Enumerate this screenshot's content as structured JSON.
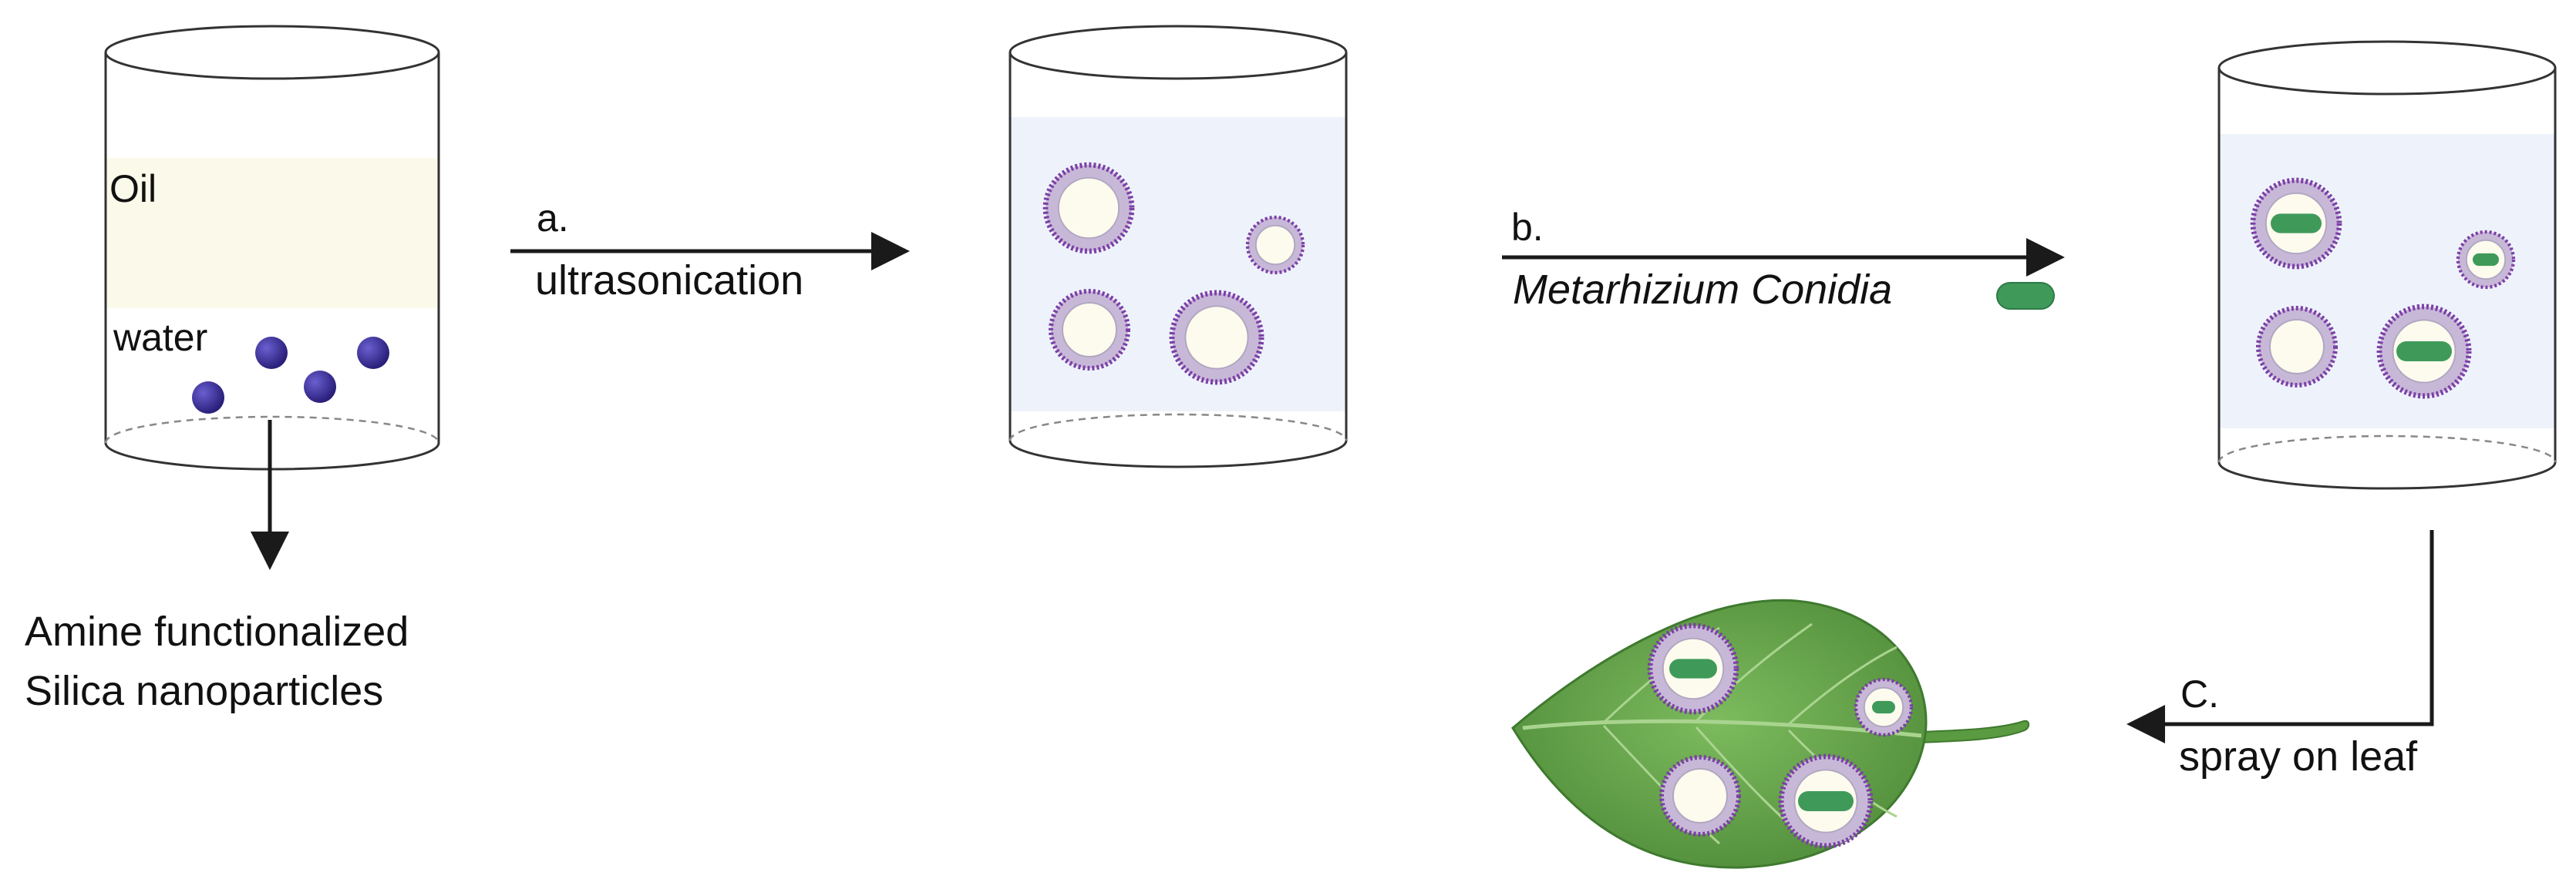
{
  "beakers": [
    {
      "name": "beaker-1",
      "labels": {
        "oil": "Oil",
        "water": "water"
      }
    },
    {
      "name": "beaker-2"
    },
    {
      "name": "beaker-3"
    }
  ],
  "steps": {
    "a": {
      "letter": "a.",
      "text": "ultrasonication"
    },
    "b": {
      "letter": "b.",
      "text": "Metarhizium Conidia"
    },
    "c": {
      "letter": "C.",
      "text": "spray on leaf"
    }
  },
  "nanoparticle_label": {
    "line1": "Amine functionalized",
    "line2": "Silica nanoparticles"
  },
  "colors": {
    "oil_layer": "#fbf9ea",
    "water_phase": "#eef3fb",
    "nanoparticle": "#3b2f9c",
    "shell": "#7b3fa6",
    "shell_ring": "#c8b8d8",
    "droplet_core": "#fdfbee",
    "conidia": "#3f9a5a",
    "leaf": "#6aa84f",
    "leaf_dark": "#3f7a2f",
    "arrow": "#1a1a1a"
  }
}
